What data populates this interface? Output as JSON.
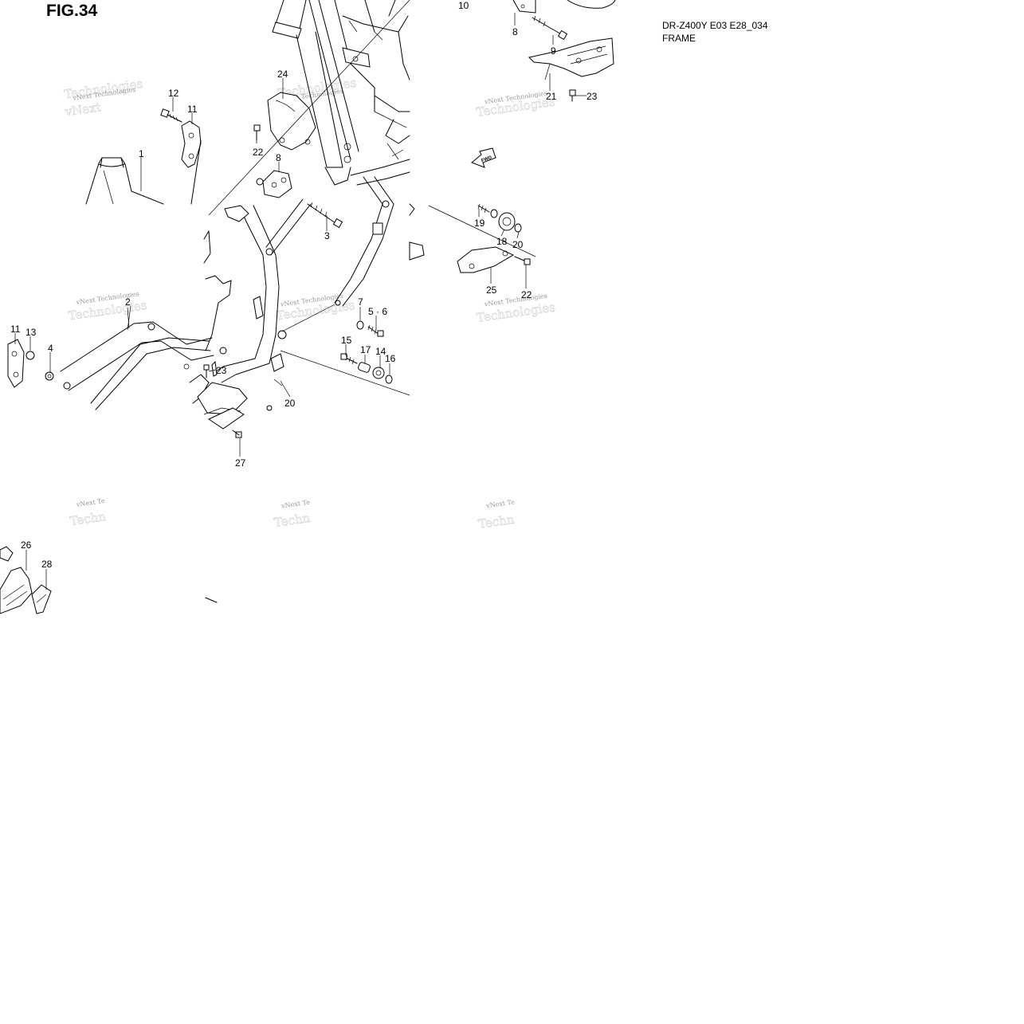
{
  "figure_label": "FIG.34",
  "model_code": "DR-Z400Y E03 E28_034",
  "section_title": "FRAME",
  "fwd_arrow_label": "FWD",
  "watermark_text": "vNext Technologies",
  "watermark_fragments": [
    "vNext Te",
    "Techn"
  ],
  "callouts": [
    {
      "id": "1",
      "text": "1"
    },
    {
      "id": "2",
      "text": "2"
    },
    {
      "id": "3",
      "text": "3"
    },
    {
      "id": "4",
      "text": "4"
    },
    {
      "id": "5-6",
      "text": "5 · 6"
    },
    {
      "id": "7",
      "text": "7"
    },
    {
      "id": "8a",
      "text": "8"
    },
    {
      "id": "8b",
      "text": "8"
    },
    {
      "id": "9",
      "text": "9"
    },
    {
      "id": "10",
      "text": "10"
    },
    {
      "id": "11a",
      "text": "11"
    },
    {
      "id": "11b",
      "text": "11"
    },
    {
      "id": "12",
      "text": "12"
    },
    {
      "id": "13",
      "text": "13"
    },
    {
      "id": "14",
      "text": "14"
    },
    {
      "id": "15",
      "text": "15"
    },
    {
      "id": "16",
      "text": "16"
    },
    {
      "id": "17",
      "text": "17"
    },
    {
      "id": "18",
      "text": "18"
    },
    {
      "id": "19",
      "text": "19"
    },
    {
      "id": "20a",
      "text": "20"
    },
    {
      "id": "20b",
      "text": "20"
    },
    {
      "id": "21",
      "text": "21"
    },
    {
      "id": "22a",
      "text": "22"
    },
    {
      "id": "22b",
      "text": "22"
    },
    {
      "id": "23a",
      "text": "23"
    },
    {
      "id": "23b",
      "text": "23"
    },
    {
      "id": "24",
      "text": "24"
    },
    {
      "id": "25",
      "text": "25"
    },
    {
      "id": "26",
      "text": "26"
    },
    {
      "id": "27",
      "text": "27"
    },
    {
      "id": "28",
      "text": "28"
    }
  ]
}
